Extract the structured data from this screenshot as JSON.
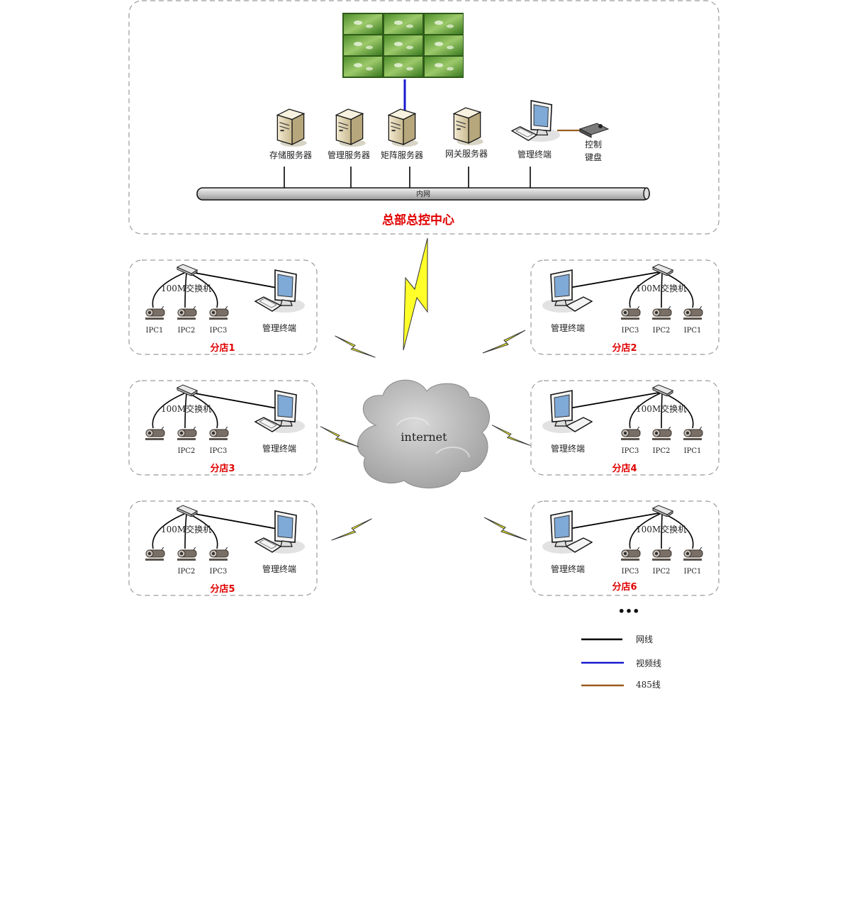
{
  "hq": {
    "title": "总部总控中心",
    "servers": [
      "存储服务器",
      "管理服务器",
      "矩阵服务器",
      "网关服务器"
    ],
    "terminal": "管理终端",
    "keyboard_line1": "控制",
    "keyboard_line2": "键盘",
    "lan_label": "内网"
  },
  "cloud_label": "internet",
  "common": {
    "switch_label": "100M交换机",
    "terminal_label": "管理终端",
    "ipc1": "IPC1",
    "ipc2": "IPC2",
    "ipc3": "IPC3"
  },
  "branches": [
    "分店1",
    "分店2",
    "分店3",
    "分店4",
    "分店5",
    "分店6"
  ],
  "ellipsis": "•••",
  "legend": [
    {
      "label": "网线",
      "color": "#000000"
    },
    {
      "label": "视频线",
      "color": "#1a1ad0"
    },
    {
      "label": "485线",
      "color": "#9a5a1c"
    }
  ]
}
